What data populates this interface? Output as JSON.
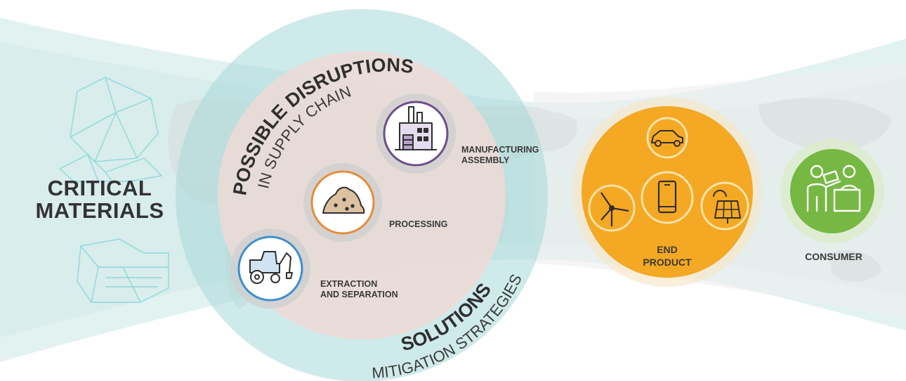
{
  "critical_materials": {
    "line1": "CRITICAL",
    "line2": "MATERIALS"
  },
  "supply_chain": {
    "disruptions_title": "POSSIBLE DISRUPTIONS",
    "disruptions_subtitle": "IN SUPPLY CHAIN",
    "solutions_title": "SOLUTIONS",
    "solutions_subtitle": "MITIGATION STRATEGIES",
    "stages": [
      {
        "line1": "EXTRACTION",
        "line2": "AND SEPARATION",
        "icon": "tractor-icon"
      },
      {
        "line1": "PROCESSING",
        "line2": "",
        "icon": "ore-pile-icon"
      },
      {
        "line1": "MANUFACTURING",
        "line2": "ASSEMBLY",
        "icon": "factory-icon"
      }
    ]
  },
  "end_product": {
    "line1": "END",
    "line2": "PRODUCT",
    "icons": [
      "electric-car-icon",
      "wind-turbine-icon",
      "smartphone-icon",
      "solar-panel-icon"
    ]
  },
  "consumer": {
    "label": "CONSUMER",
    "icon": "consumer-purchase-icon"
  },
  "colors": {
    "teal": "#9fd6d5",
    "pink": "#f7d9d3",
    "orange": "#f4a823",
    "green": "#76b843",
    "purple": "#6b4f8c",
    "processing_ring": "#e58c3c",
    "extraction_ring": "#3d8ed0"
  }
}
